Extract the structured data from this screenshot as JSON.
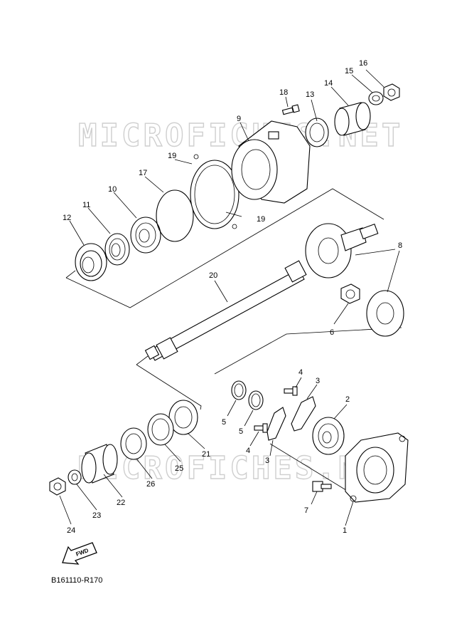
{
  "watermark": "MICROFICHES.NET",
  "diagram_code": "B161110-R170",
  "fwd_label": "FWD",
  "callouts": [
    "1",
    "2",
    "3",
    "3",
    "4",
    "4",
    "5",
    "5",
    "6",
    "7",
    "8",
    "9",
    "10",
    "11",
    "12",
    "13",
    "14",
    "15",
    "16",
    "17",
    "18",
    "19",
    "19",
    "20",
    "21",
    "22",
    "23",
    "24",
    "25",
    "26"
  ]
}
